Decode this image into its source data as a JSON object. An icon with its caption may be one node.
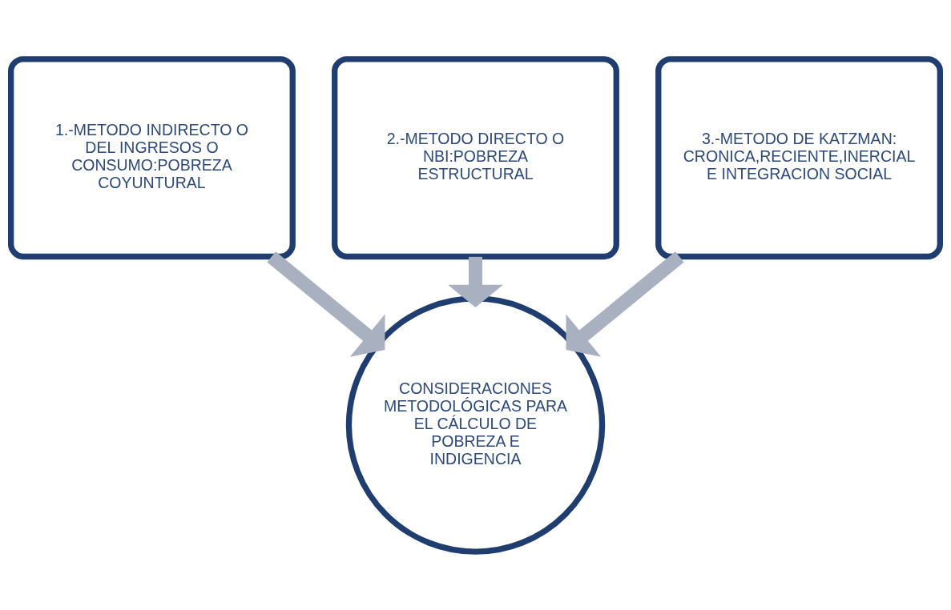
{
  "diagram": {
    "nodes": [
      {
        "text": [
          "1.-METODO INDIRECTO O DEL INGRESOS O CONSUMO:POBREZA COYUNTURAL"
        ]
      },
      {
        "text": [
          "2.-METODO DIRECTO O NBI:POBREZA ESTRUCTURAL"
        ]
      },
      {
        "text": [
          "3.-METODO DE KATZMAN: CRONICA,RECIENTE,INERCIAL E INTEGRACION SOCIAL"
        ]
      },
      {
        "text": [
          "CONSIDERACIONES METODOLÓGICAS PARA EL CÁLCULO DE POBREZA E INDIGENCIA"
        ]
      }
    ],
    "edges": [
      {
        "from": 0,
        "to": 3,
        "arrow": "to"
      },
      {
        "from": 1,
        "to": 3,
        "arrow": "to"
      },
      {
        "from": 2,
        "to": 3,
        "arrow": "to"
      }
    ]
  }
}
